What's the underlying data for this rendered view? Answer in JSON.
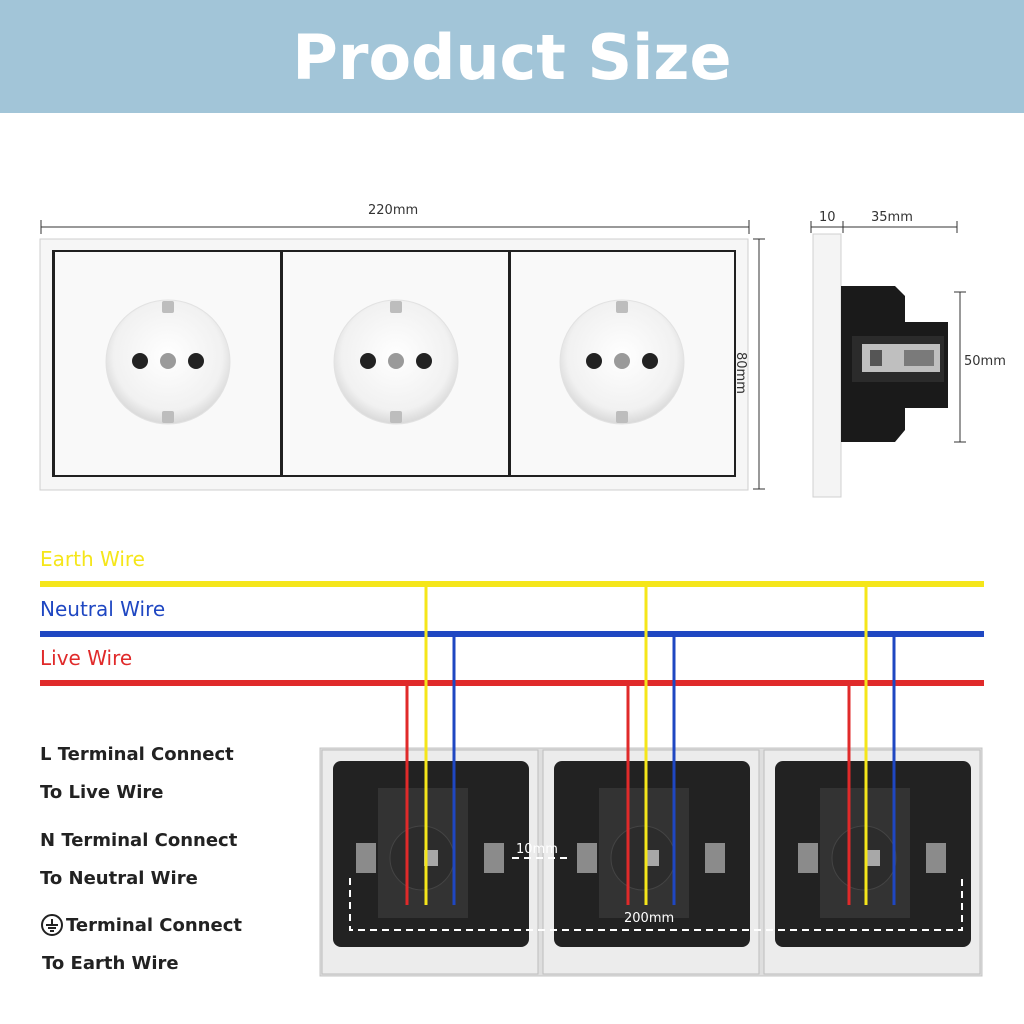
{
  "header": {
    "title": "Product Size"
  },
  "dimensions": {
    "width": "220mm",
    "height": "80mm",
    "plate_depth": "10",
    "body_depth": "35mm",
    "body_height": "50mm",
    "gap": "10mm",
    "spacing": "200mm"
  },
  "wires": {
    "earth": {
      "label": "Earth Wire",
      "color": "#f5e61a"
    },
    "neutral": {
      "label": "Neutral Wire",
      "color": "#1f47c2"
    },
    "live": {
      "label": "Live Wire",
      "color": "#e02a2a"
    }
  },
  "instructions": {
    "l_line1": "L Terminal Connect",
    "l_line2": "To Live Wire",
    "n_line1": "N Terminal Connect",
    "n_line2": "To Neutral Wire",
    "e_line1": "Terminal Connect",
    "e_line2": "To Earth Wire"
  }
}
